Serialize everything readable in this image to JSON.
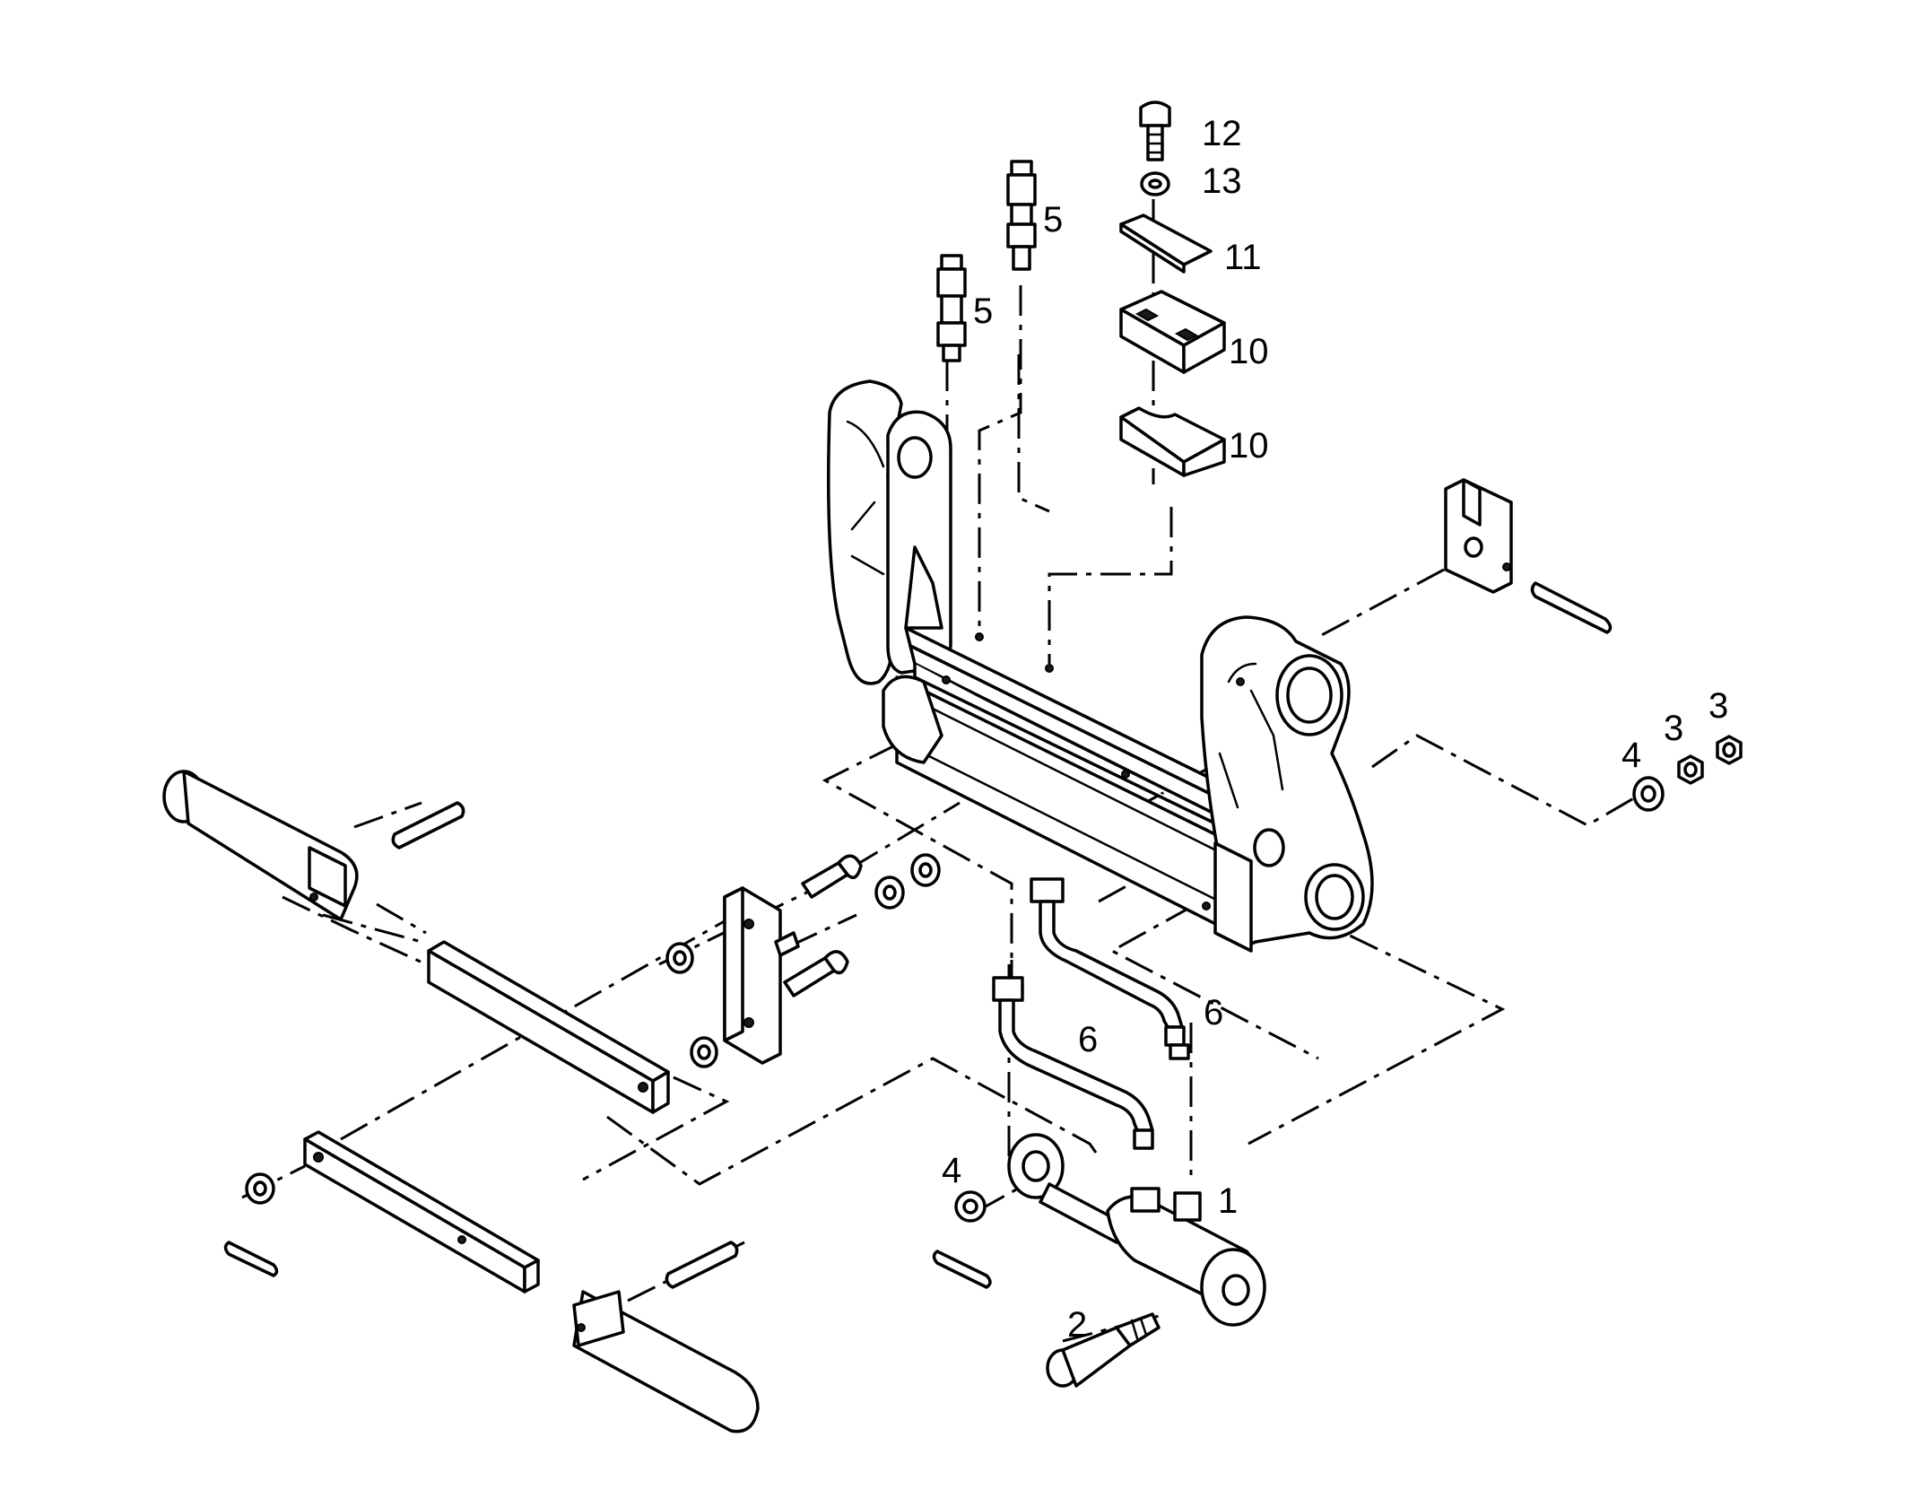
{
  "diagram": {
    "labels": [
      {
        "id": "lbl-12",
        "text": "12"
      },
      {
        "id": "lbl-13",
        "text": "13"
      },
      {
        "id": "lbl-5a",
        "text": "5"
      },
      {
        "id": "lbl-11",
        "text": "11"
      },
      {
        "id": "lbl-5b",
        "text": "5"
      },
      {
        "id": "lbl-10a",
        "text": "10"
      },
      {
        "id": "lbl-10b",
        "text": "10"
      },
      {
        "id": "lbl-4a",
        "text": "4"
      },
      {
        "id": "lbl-3a",
        "text": "3"
      },
      {
        "id": "lbl-3b",
        "text": "3"
      },
      {
        "id": "lbl-6a",
        "text": "6"
      },
      {
        "id": "lbl-6b",
        "text": "6"
      },
      {
        "id": "lbl-4b",
        "text": "4"
      },
      {
        "id": "lbl-1",
        "text": "1"
      },
      {
        "id": "lbl-2",
        "text": "2"
      }
    ]
  }
}
